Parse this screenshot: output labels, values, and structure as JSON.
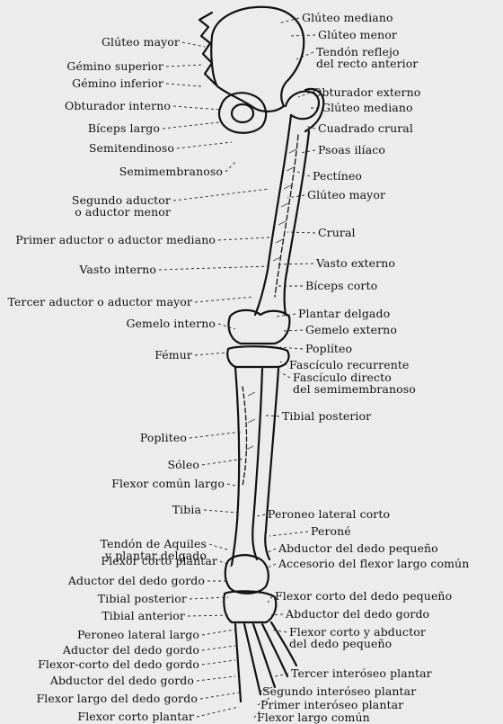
{
  "labels_left": [
    {
      "id": "gluteo-mayor-l",
      "text": "Glúteo mayor"
    },
    {
      "id": "gemino-superior",
      "text": "Gémino superior"
    },
    {
      "id": "gemino-inferior",
      "text": "Gémino inferior"
    },
    {
      "id": "obturador-interno",
      "text": "Obturador interno"
    },
    {
      "id": "biceps-largo",
      "text": "Bíceps largo"
    },
    {
      "id": "semitendinoso",
      "text": "Semitendinoso"
    },
    {
      "id": "semimembranoso",
      "text": "Semimembranoso"
    },
    {
      "id": "segundo-aductor",
      "text": "Segundo aductor",
      "text2": "o aductor menor"
    },
    {
      "id": "primer-aductor",
      "text": "Primer aductor o aductor mediano"
    },
    {
      "id": "vasto-interno",
      "text": "Vasto interno"
    },
    {
      "id": "tercer-aductor",
      "text": "Tercer aductor o aductor mayor"
    },
    {
      "id": "gemelo-interno",
      "text": "Gemelo interno"
    },
    {
      "id": "femur",
      "text": "Fémur"
    },
    {
      "id": "popliteo-l",
      "text": "Popliteo"
    },
    {
      "id": "soleo",
      "text": "Sóleo"
    },
    {
      "id": "flexor-comun-largo",
      "text": "Flexor común largo"
    },
    {
      "id": "tibia",
      "text": "Tibia"
    },
    {
      "id": "tendon-aquiles",
      "text": "Tendón de Aquiles",
      "text2": "y plantar delgado"
    },
    {
      "id": "flexor-corto-plantar-1",
      "text": "Flexor corto plantar"
    },
    {
      "id": "aductor-dedo-gordo-1",
      "text": "Aductor del dedo gordo"
    },
    {
      "id": "tibial-posterior-l",
      "text": "Tibial posterior"
    },
    {
      "id": "tibial-anterior",
      "text": "Tibial anterior"
    },
    {
      "id": "peroneo-lateral-largo",
      "text": "Peroneo lateral largo"
    },
    {
      "id": "aductor-dedo-gordo-2",
      "text": "Aductor del dedo gordo"
    },
    {
      "id": "flexor-corto-dedo-gordo",
      "text": "Flexor-corto del dedo gordo"
    },
    {
      "id": "abductor-dedo-gordo-l",
      "text": "Abductor del dedo gordo"
    },
    {
      "id": "flexor-largo-dedo-gordo",
      "text": "Flexor largo del dedo gordo"
    },
    {
      "id": "flexor-corto-plantar-2",
      "text": "Flexor corto plantar"
    }
  ],
  "labels_right": [
    {
      "id": "gluteo-mediano-1",
      "text": "Glúteo mediano"
    },
    {
      "id": "gluteo-menor",
      "text": "Glúteo menor"
    },
    {
      "id": "tendon-reflejo",
      "text": "Tendón reflejo",
      "text2": "del recto anterior"
    },
    {
      "id": "obturador-externo",
      "text": "Obturador externo"
    },
    {
      "id": "gluteo-mediano-2",
      "text": "Glúteo mediano"
    },
    {
      "id": "cuadrado-crural",
      "text": "Cuadrado crural"
    },
    {
      "id": "psoas-iliaco",
      "text": "Psoas ilíaco"
    },
    {
      "id": "pectineo",
      "text": "Pectíneo"
    },
    {
      "id": "gluteo-mayor-r",
      "text": "Glúteo mayor"
    },
    {
      "id": "crural",
      "text": "Crural"
    },
    {
      "id": "vasto-externo",
      "text": "Vasto externo"
    },
    {
      "id": "biceps-corto",
      "text": "Bíceps corto"
    },
    {
      "id": "plantar-delgado",
      "text": "Plantar delgado"
    },
    {
      "id": "gemelo-externo",
      "text": "Gemelo externo"
    },
    {
      "id": "popliteo-r",
      "text": "Poplíteo"
    },
    {
      "id": "fasciculo-recurrente",
      "text": "Fascículo recurrente"
    },
    {
      "id": "fasciculo-directo",
      "text": "Fascículo directo",
      "text2": "del semimembranoso"
    },
    {
      "id": "tibial-posterior-r",
      "text": "Tibial posterior"
    },
    {
      "id": "peroneo-lateral-corto",
      "text": "Peroneo lateral corto"
    },
    {
      "id": "perone",
      "text": "Peroné"
    },
    {
      "id": "abductor-dedo-pequeno",
      "text": "Abductor del dedo pequeño"
    },
    {
      "id": "accesorio-flexor",
      "text": "Accesorio del flexor largo común"
    },
    {
      "id": "flexor-corto-dedo-pequeno",
      "text": "Flexor corto del dedo pequeño"
    },
    {
      "id": "abductor-dedo-gordo-r",
      "text": "Abductor del dedo gordo"
    },
    {
      "id": "flexor-corto-abductor",
      "text": "Flexor corto y abductor",
      "text2": "del dedo pequeño"
    },
    {
      "id": "tercer-interoseo",
      "text": "Tercer interóseo plantar"
    },
    {
      "id": "segundo-interoseo",
      "text": "Segundo interóseo plantar"
    },
    {
      "id": "primer-interoseo",
      "text": "Primer interóseo plantar"
    },
    {
      "id": "flexor-largo-comun",
      "text": "Flexor largo común"
    }
  ]
}
